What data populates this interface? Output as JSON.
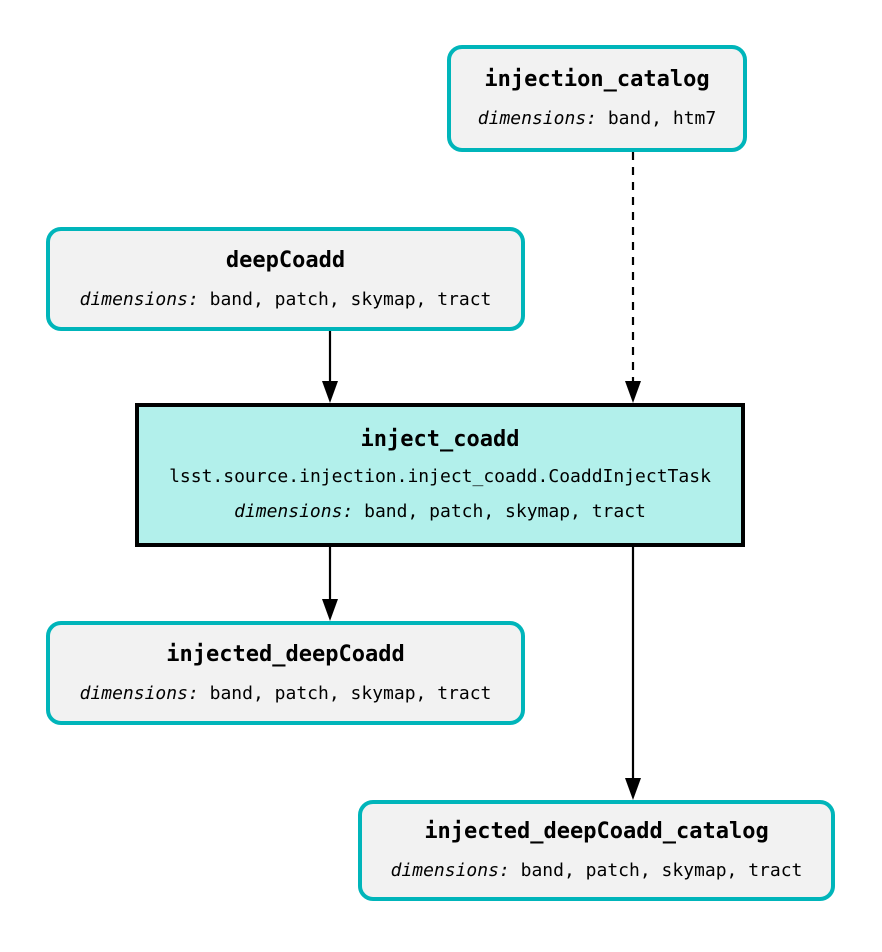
{
  "diagram": {
    "type": "pipeline-graph",
    "background_color": "#ffffff",
    "colors": {
      "dataset_border": "#00b5ba",
      "dataset_fill": "#f2f2f2",
      "task_border": "#000000",
      "task_fill": "#b2f0eb",
      "edge": "#000000",
      "text": "#000000"
    },
    "nodes": {
      "injection_catalog": {
        "type": "dataset",
        "title": "injection_catalog",
        "dimensions_label": "dimensions:",
        "dimensions_values": " band, htm7"
      },
      "deepCoadd": {
        "type": "dataset",
        "title": "deepCoadd",
        "dimensions_label": "dimensions:",
        "dimensions_values": " band, patch, skymap, tract"
      },
      "inject_coadd": {
        "type": "task",
        "title": "inject_coadd",
        "task_class": "lsst.source.injection.inject_coadd.CoaddInjectTask",
        "dimensions_label": "dimensions:",
        "dimensions_values": " band, patch, skymap, tract"
      },
      "injected_deepCoadd": {
        "type": "dataset",
        "title": "injected_deepCoadd",
        "dimensions_label": "dimensions:",
        "dimensions_values": " band, patch, skymap, tract"
      },
      "injected_deepCoadd_catalog": {
        "type": "dataset",
        "title": "injected_deepCoadd_catalog",
        "dimensions_label": "dimensions:",
        "dimensions_values": " band, patch, skymap, tract"
      }
    },
    "edges": [
      {
        "from": "injection_catalog",
        "to": "inject_coadd",
        "style": "dashed"
      },
      {
        "from": "deepCoadd",
        "to": "inject_coadd",
        "style": "solid"
      },
      {
        "from": "inject_coadd",
        "to": "injected_deepCoadd",
        "style": "solid"
      },
      {
        "from": "inject_coadd",
        "to": "injected_deepCoadd_catalog",
        "style": "solid"
      }
    ]
  }
}
